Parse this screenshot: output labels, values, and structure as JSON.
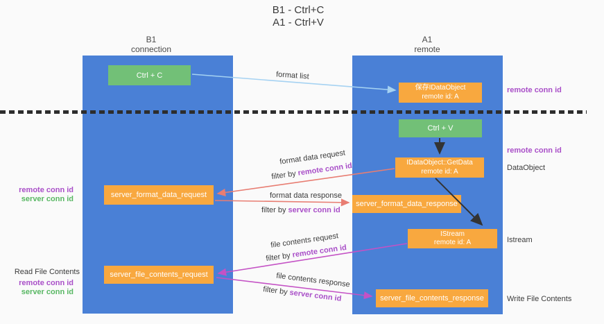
{
  "title": {
    "line1": "B1 - Ctrl+C",
    "line2": "A1 - Ctrl+V"
  },
  "lanes": {
    "left": {
      "name": "B1",
      "role": "connection"
    },
    "right": {
      "name": "A1",
      "role": "remote"
    }
  },
  "nodes": {
    "ctrl_c": {
      "label": "Ctrl + C"
    },
    "save_dataobject": {
      "line1": "保存IDataObject",
      "line2": "remote id: A"
    },
    "ctrl_v": {
      "label": "Ctrl + V"
    },
    "getdata": {
      "line1": "IDataObject::GetData",
      "line2": "remote id: A"
    },
    "format_request": {
      "label": "server_format_data_request"
    },
    "format_response": {
      "label": "server_format_data_response"
    },
    "istream": {
      "line1": "IStream",
      "line2": "remote id: A"
    },
    "file_request": {
      "label": "server_file_contents_request"
    },
    "file_response": {
      "label": "server_file_contents_response"
    }
  },
  "annotations": {
    "right_remote_conn_top": "remote conn id",
    "right_remote_conn_mid": "remote conn id",
    "dataobject": "DataObject",
    "istream": "Istream",
    "write_file_contents": "Write File Contents",
    "left_remote_conn_top": "remote conn id",
    "left_server_conn_top": "server conn id",
    "read_file_contents": "Read File Contents",
    "left_remote_conn_bottom": "remote conn id",
    "left_server_conn_bottom": "server conn id"
  },
  "flows": {
    "format_list": {
      "label": "format list"
    },
    "format_request": {
      "label": "format data request",
      "filter_prefix": "filter by",
      "filter_key": "remote conn id"
    },
    "format_response": {
      "label": "format data response",
      "filter_prefix": "filter by",
      "filter_key": "server conn id"
    },
    "file_request": {
      "label": "file contents request",
      "filter_prefix": "filter by",
      "filter_key": "remote conn id"
    },
    "file_response": {
      "label": "file contents response",
      "filter_prefix": "filter by",
      "filter_key": "server conn id"
    }
  },
  "colors": {
    "panel_blue": "#4a80d6",
    "box_orange": "#f8a83f",
    "box_green": "#72c077",
    "arrow_lightblue": "#a5d2f2",
    "arrow_black": "#333333",
    "arrow_salmon": "#e87d72",
    "arrow_magenta": "#c452c5",
    "label_purple": "#a94fc8",
    "label_green": "#58b763",
    "dashed_line": "#2d2d2d",
    "background": "#fafafa"
  }
}
